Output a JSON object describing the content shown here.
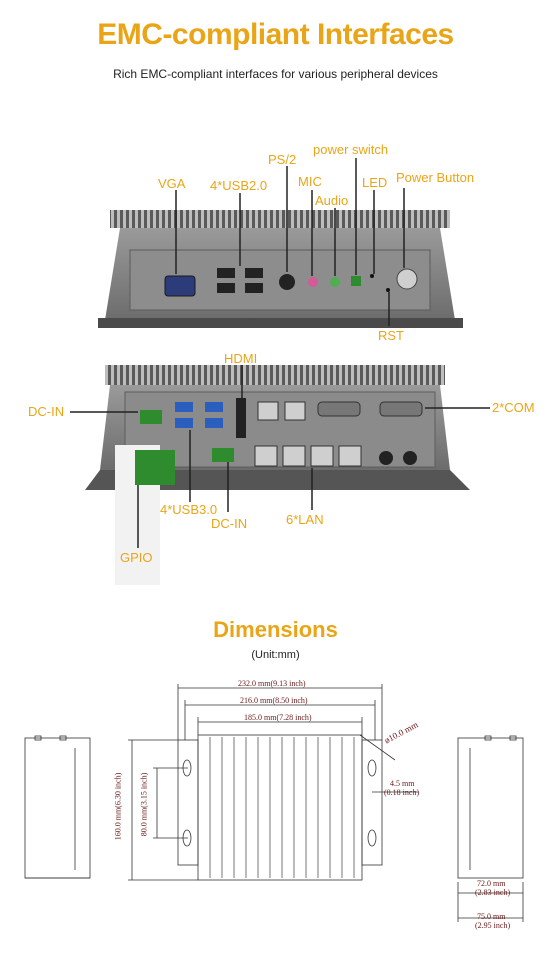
{
  "header": {
    "title": "EMC-compliant Interfaces",
    "subtitle": "Rich EMC-compliant interfaces for various peripheral devices"
  },
  "front_panel": {
    "labels": {
      "vga": "VGA",
      "usb2": "4*USB2.0",
      "ps2": "PS/2",
      "mic": "MIC",
      "power_switch": "power switch",
      "audio": "Audio",
      "led": "LED",
      "power_button": "Power Button",
      "rst": "RST"
    }
  },
  "rear_panel": {
    "labels": {
      "hdmi": "HDMI",
      "dc_in_top": "DC-IN",
      "com": "2*COM",
      "usb3": "4*USB3.0",
      "dc_in_bottom": "DC-IN",
      "lan": "6*LAN",
      "gpio": "GPIO"
    }
  },
  "dimensions": {
    "title": "Dimensions",
    "unit": "(Unit:mm)",
    "labels": {
      "width_total": "232.0 mm(9.13 inch)",
      "width_mid": "216.0 mm(8.50 inch)",
      "width_body": "185.0 mm(7.28 inch)",
      "height": "160.0 mm(6.30 inch)",
      "hole_spacing": "80.0 mm(3.15 inch)",
      "hole_dia": "ø10.0 mm",
      "ear_gap_mm": "4.5 mm",
      "ear_gap_in": "(0.18 inch)",
      "depth_inner_mm": "72.0 mm",
      "depth_inner_in": "(2.83 inch)",
      "depth_outer_mm": "75.0 mm",
      "depth_outer_in": "(2.95 inch)"
    }
  },
  "colors": {
    "accent": "#e9a517",
    "dimension_text": "#6b1616"
  }
}
